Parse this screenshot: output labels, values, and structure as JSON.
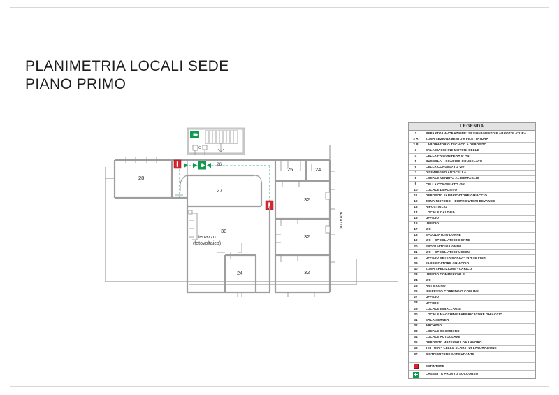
{
  "document": {
    "title_line1": "PLANIMETRIA LOCALI SEDE",
    "title_line2": "PIANO PRIMO",
    "title": "PLANIMETRIA LOCALI SEDE\nPIANO PRIMO"
  },
  "legend": {
    "header": "LEGENDA",
    "rows": [
      {
        "num": "1",
        "label": "REPARTO LAVORAZIONE: SEZIONAMENTO E ARROTOLATURA"
      },
      {
        "num": "2 A",
        "label": "ZONA SEZIONAMENTO e FILETTATURA"
      },
      {
        "num": "2 B",
        "label": "LABORATORIO TECNICO e DEPOSITO"
      },
      {
        "num": "3",
        "label": "SALA MACCHINE MOTORI CELLE"
      },
      {
        "num": "4",
        "label": "CELLA FRIGORIFERA 0° +4°"
      },
      {
        "num": "5",
        "label": "BUSSOLA – SCARICO CONGELATO"
      },
      {
        "num": "6",
        "label": "CELLA CONGELATO -20°"
      },
      {
        "num": "7",
        "label": "DISIMPEGNO ANTICELLA"
      },
      {
        "num": "8",
        "label": "LOCALE VENDITA AL DETTAGLIO"
      },
      {
        "num": "9",
        "label": "CELLA CONGELATO -20°"
      },
      {
        "num": "10",
        "label": "LOCALE DEPOSITO"
      },
      {
        "num": "11",
        "label": "DEPOSITO FABBRICATORE GHIACCIO"
      },
      {
        "num": "12",
        "label": "ZONA RISTORO – DISTRIBUTORI BEVANDE"
      },
      {
        "num": "13",
        "label": "RIPOSTIGLIO"
      },
      {
        "num": "14",
        "label": "LOCALE CALDAIA"
      },
      {
        "num": "15",
        "label": "UFFICIO"
      },
      {
        "num": "16",
        "label": "UFFICIO"
      },
      {
        "num": "17",
        "label": "WC"
      },
      {
        "num": "18",
        "label": "SPOGLIATOIO DONNE"
      },
      {
        "num": "19",
        "label": "WC – SPOGLIATOIO DONNE"
      },
      {
        "num": "20",
        "label": "SPOGLIATOIO UOMINI"
      },
      {
        "num": "21",
        "label": "WC – SPOGLIATOIO UOMINI"
      },
      {
        "num": "22",
        "label": "UFFICIO VETERINARIO – WHITE FISH"
      },
      {
        "num": "39",
        "label": "FABBRICATORE GHIACCIO"
      },
      {
        "num": "40",
        "label": "ZONA SPEDIZIONE - CARICO"
      },
      {
        "num": "23",
        "label": "UFFICIO COMMERCIALE"
      },
      {
        "num": "24",
        "label": "WC"
      },
      {
        "num": "25",
        "label": "ANTIBAGNO"
      },
      {
        "num": "26",
        "label": "INGRESSO CORRIDOIO COMUNE"
      },
      {
        "num": "27",
        "label": "UFFICIO"
      },
      {
        "num": "28",
        "label": "UFFICIO"
      },
      {
        "num": "29",
        "label": "LOCALE IMBALLAGGI"
      },
      {
        "num": "30",
        "label": "LOCALE MACCHINE FABBRICATORE GHIACCIO"
      },
      {
        "num": "31",
        "label": "SALA SERVER"
      },
      {
        "num": "32",
        "label": "ARCHIVIO"
      },
      {
        "num": "33",
        "label": "LOCALE SGOMBERO"
      },
      {
        "num": "34",
        "label": "LOCALE AUTOCLAVE"
      },
      {
        "num": "35",
        "label": "DEPOSITO MATERIALI DA LAVORO"
      },
      {
        "num": "36",
        "label": "TETTOIA – CELLA SCARTI DI LAVORAZIONE"
      },
      {
        "num": "37",
        "label": "DISTRIBUTORE CARBURANTE"
      }
    ],
    "symbols": [
      {
        "icon": "fire-extinguisher-icon",
        "label": "ESTINTORE",
        "color": "#d9232e"
      },
      {
        "icon": "first-aid-kit-icon",
        "label": "CASSETTA PRONTO SOCCORSO",
        "color": "#119a4e"
      }
    ]
  },
  "plan": {
    "rooms": [
      {
        "id": "room-28",
        "label": "28"
      },
      {
        "id": "room-27",
        "label": "27"
      },
      {
        "id": "room-38",
        "label": "38"
      },
      {
        "id": "room-24-lower",
        "label": "24"
      },
      {
        "id": "room-25",
        "label": "25"
      },
      {
        "id": "room-24-upper",
        "label": "24"
      },
      {
        "id": "room-32-a",
        "label": "32"
      },
      {
        "id": "room-32-b",
        "label": "32"
      },
      {
        "id": "room-32-c",
        "label": "32"
      }
    ],
    "corridor_label": "26",
    "terrazzo_label": "terrazzo\n(fotovoltaico)",
    "terrazzo_right_label": "terrazzo",
    "markers": [
      {
        "name": "fire-extinguisher-marker-1",
        "color": "#d9232e"
      },
      {
        "name": "fire-extinguisher-marker-2",
        "color": "#d9232e"
      },
      {
        "name": "emergency-exit-marker-stair",
        "color": "#119a4e"
      },
      {
        "name": "emergency-exit-marker-corridor",
        "color": "#119a4e"
      }
    ],
    "colors": {
      "wall": "#9e9e9e",
      "wall_dark": "#6f6f6f",
      "escape_route": "#46b08a",
      "fire_red": "#d9232e",
      "exit_green": "#119a4e"
    }
  }
}
